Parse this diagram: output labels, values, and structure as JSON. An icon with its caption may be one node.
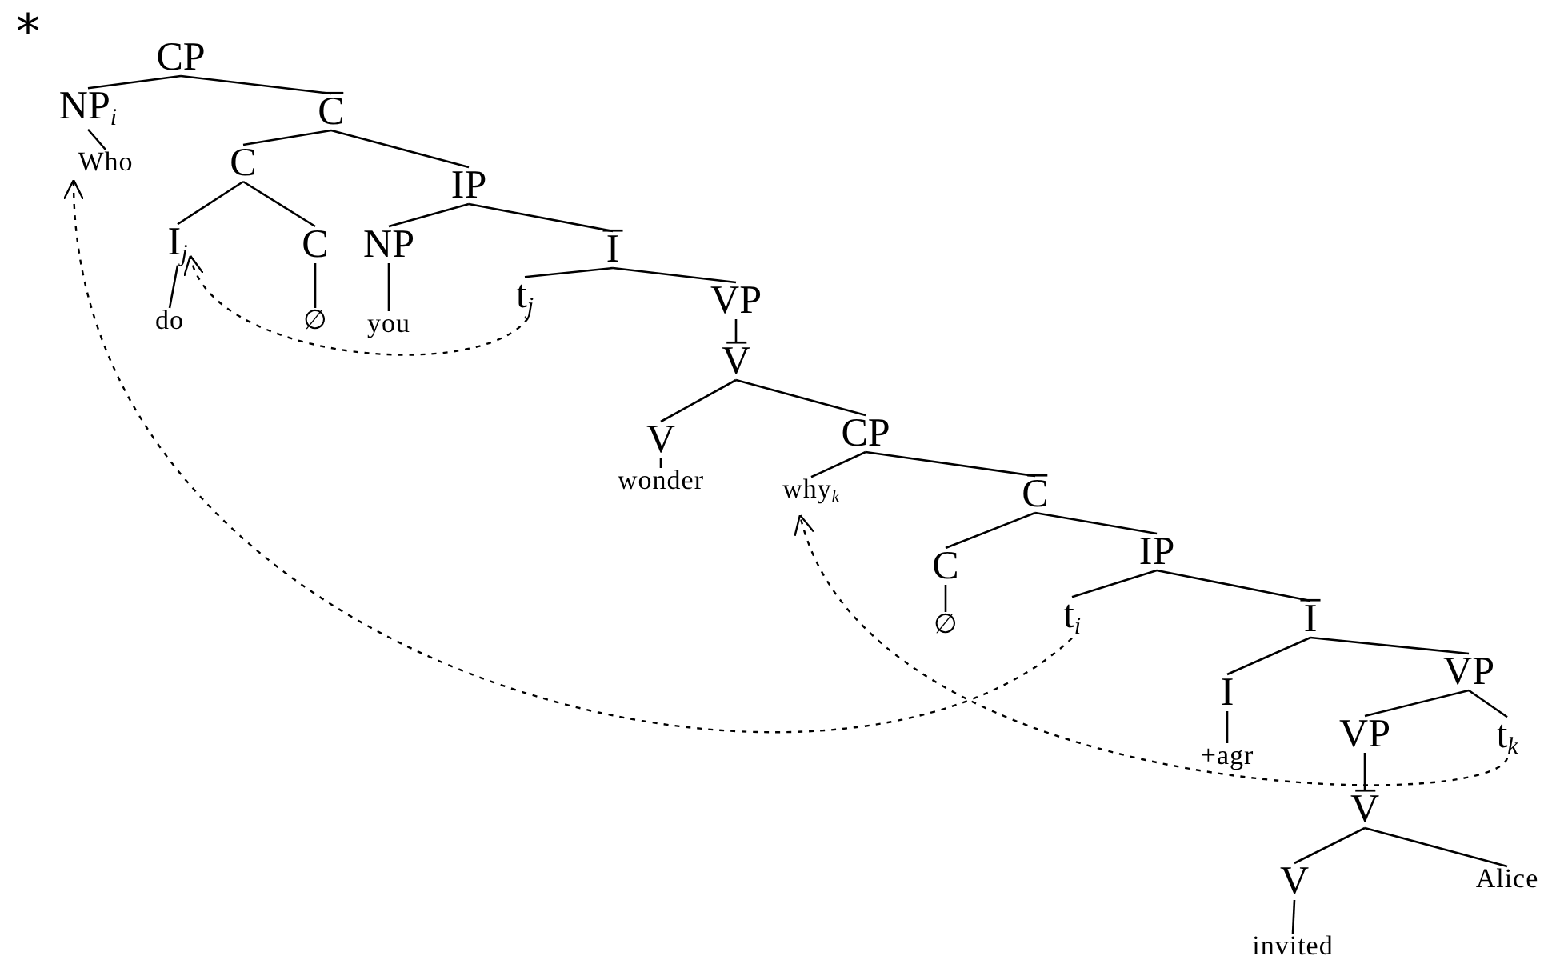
{
  "diagram": {
    "nodes": [
      {
        "text": [
          "CP"
        ]
      },
      {
        "text": [
          "NP$_{i}$"
        ]
      },
      {
        "text": [
          "C̅"
        ]
      },
      {
        "text": [
          "Who"
        ]
      },
      {
        "text": [
          "C"
        ]
      },
      {
        "text": [
          "IP"
        ]
      },
      {
        "text": [
          "I$_{j}$"
        ]
      },
      {
        "text": [
          "C"
        ]
      },
      {
        "text": [
          "NP"
        ]
      },
      {
        "text": [
          "I̅"
        ]
      },
      {
        "text": [
          "do"
        ]
      },
      {
        "text": [
          "∅"
        ]
      },
      {
        "text": [
          "you"
        ]
      },
      {
        "text": [
          "t$_{j}$"
        ]
      },
      {
        "text": [
          "VP"
        ]
      },
      {
        "text": [
          "V̅"
        ]
      },
      {
        "text": [
          "V"
        ]
      },
      {
        "text": [
          "CP"
        ]
      },
      {
        "text": [
          "wonder"
        ]
      },
      {
        "text": [
          "why$_{k}$"
        ]
      },
      {
        "text": [
          "C̅"
        ]
      },
      {
        "text": [
          "C"
        ]
      },
      {
        "text": [
          "IP"
        ]
      },
      {
        "text": [
          "∅"
        ]
      },
      {
        "text": [
          "t$_{i}$"
        ]
      },
      {
        "text": [
          "I̅"
        ]
      },
      {
        "text": [
          "I"
        ]
      },
      {
        "text": [
          "VP"
        ]
      },
      {
        "text": [
          "+agr"
        ]
      },
      {
        "text": [
          "VP"
        ]
      },
      {
        "text": [
          "t$_{k}$"
        ]
      },
      {
        "text": [
          "V̅"
        ]
      },
      {
        "text": [
          "V"
        ]
      },
      {
        "text": [
          "Alice"
        ]
      },
      {
        "text": [
          "invited"
        ]
      }
    ],
    "edges": [
      {
        "from": 0,
        "to": 1,
        "arrow": "none"
      },
      {
        "from": 0,
        "to": 2,
        "arrow": "none"
      },
      {
        "from": 1,
        "to": 3,
        "arrow": "none"
      },
      {
        "from": 2,
        "to": 4,
        "arrow": "none"
      },
      {
        "from": 2,
        "to": 5,
        "arrow": "none"
      },
      {
        "from": 4,
        "to": 6,
        "arrow": "none"
      },
      {
        "from": 4,
        "to": 7,
        "arrow": "none"
      },
      {
        "from": 5,
        "to": 8,
        "arrow": "none"
      },
      {
        "from": 5,
        "to": 9,
        "arrow": "none"
      },
      {
        "from": 6,
        "to": 10,
        "arrow": "none"
      },
      {
        "from": 7,
        "to": 11,
        "arrow": "none"
      },
      {
        "from": 8,
        "to": 12,
        "arrow": "none"
      },
      {
        "from": 9,
        "to": 13,
        "arrow": "none"
      },
      {
        "from": 9,
        "to": 14,
        "arrow": "none"
      },
      {
        "from": 14,
        "to": 15,
        "arrow": "none"
      },
      {
        "from": 15,
        "to": 16,
        "arrow": "none"
      },
      {
        "from": 15,
        "to": 17,
        "arrow": "none"
      },
      {
        "from": 16,
        "to": 18,
        "arrow": "none"
      },
      {
        "from": 17,
        "to": 19,
        "arrow": "none"
      },
      {
        "from": 17,
        "to": 20,
        "arrow": "none"
      },
      {
        "from": 20,
        "to": 21,
        "arrow": "none"
      },
      {
        "from": 20,
        "to": 22,
        "arrow": "none"
      },
      {
        "from": 21,
        "to": 23,
        "arrow": "none"
      },
      {
        "from": 22,
        "to": 24,
        "arrow": "none"
      },
      {
        "from": 22,
        "to": 25,
        "arrow": "none"
      },
      {
        "from": 25,
        "to": 26,
        "arrow": "none"
      },
      {
        "from": 25,
        "to": 27,
        "arrow": "none"
      },
      {
        "from": 26,
        "to": 28,
        "arrow": "none"
      },
      {
        "from": 27,
        "to": 29,
        "arrow": "none"
      },
      {
        "from": 27,
        "to": 30,
        "arrow": "none"
      },
      {
        "from": 29,
        "to": 31,
        "arrow": "none"
      },
      {
        "from": 31,
        "to": 32,
        "arrow": "none"
      },
      {
        "from": 31,
        "to": 33,
        "arrow": "none"
      },
      {
        "from": 32,
        "to": 34,
        "arrow": "none"
      },
      {
        "from": 13,
        "to": 6,
        "arrow": "to",
        "style": "dashed"
      },
      {
        "from": 24,
        "to": 3,
        "arrow": "to",
        "style": "dashed"
      },
      {
        "from": 30,
        "to": 19,
        "arrow": "to",
        "style": "dashed"
      }
    ],
    "labels": [
      "*"
    ]
  }
}
